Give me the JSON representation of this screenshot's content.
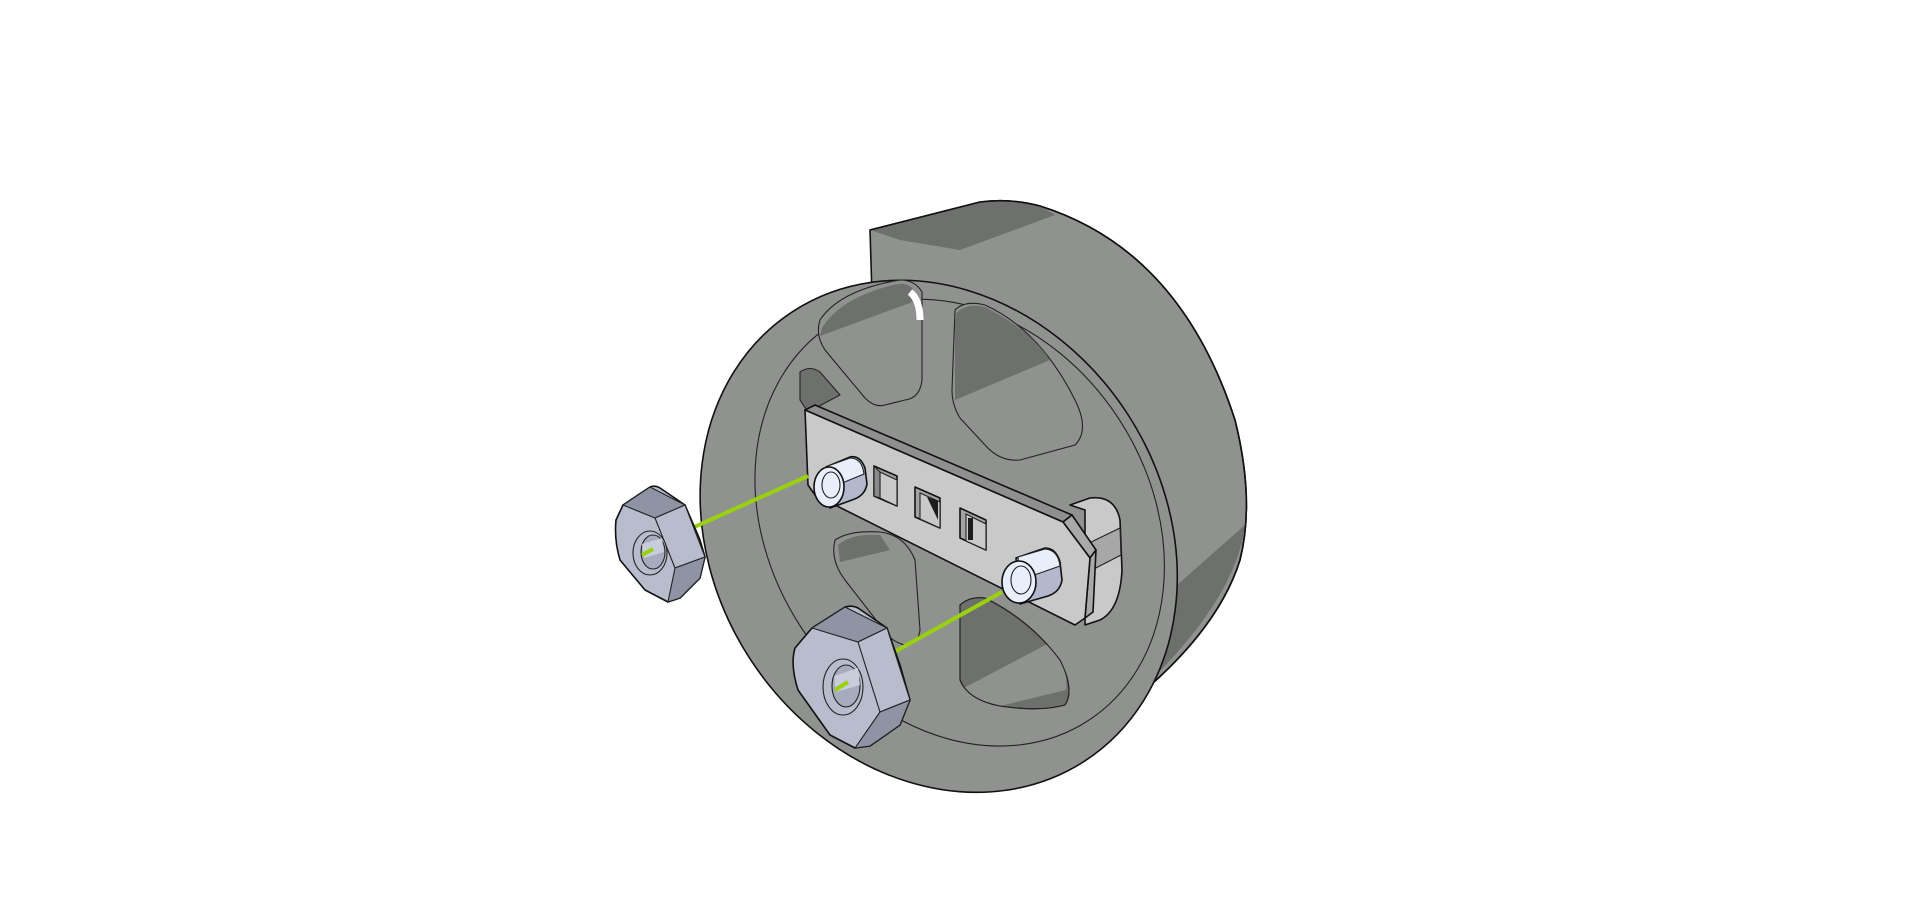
{
  "scene": {
    "title": "Exploded assembly view",
    "background": "#ffffff",
    "parts": [
      {
        "id": "wheel",
        "label": "Spoked wheel",
        "color": "#909290",
        "shadow": "#6e706d"
      },
      {
        "id": "bracket-plate",
        "label": "Bracket plate with three square holes",
        "color": "#c9c9c9"
      },
      {
        "id": "standoff-left",
        "label": "Standoff (left)",
        "color": "#e8eefa"
      },
      {
        "id": "standoff-right",
        "label": "Standoff (right)",
        "color": "#e8eefa"
      },
      {
        "id": "hex-nut-left",
        "label": "Hex nut (left)",
        "color": "#b8bccd"
      },
      {
        "id": "hex-nut-right",
        "label": "Hex nut (right)",
        "color": "#b8bccd"
      }
    ],
    "explode_lines": {
      "color": "#99d10e",
      "count": 2
    }
  }
}
